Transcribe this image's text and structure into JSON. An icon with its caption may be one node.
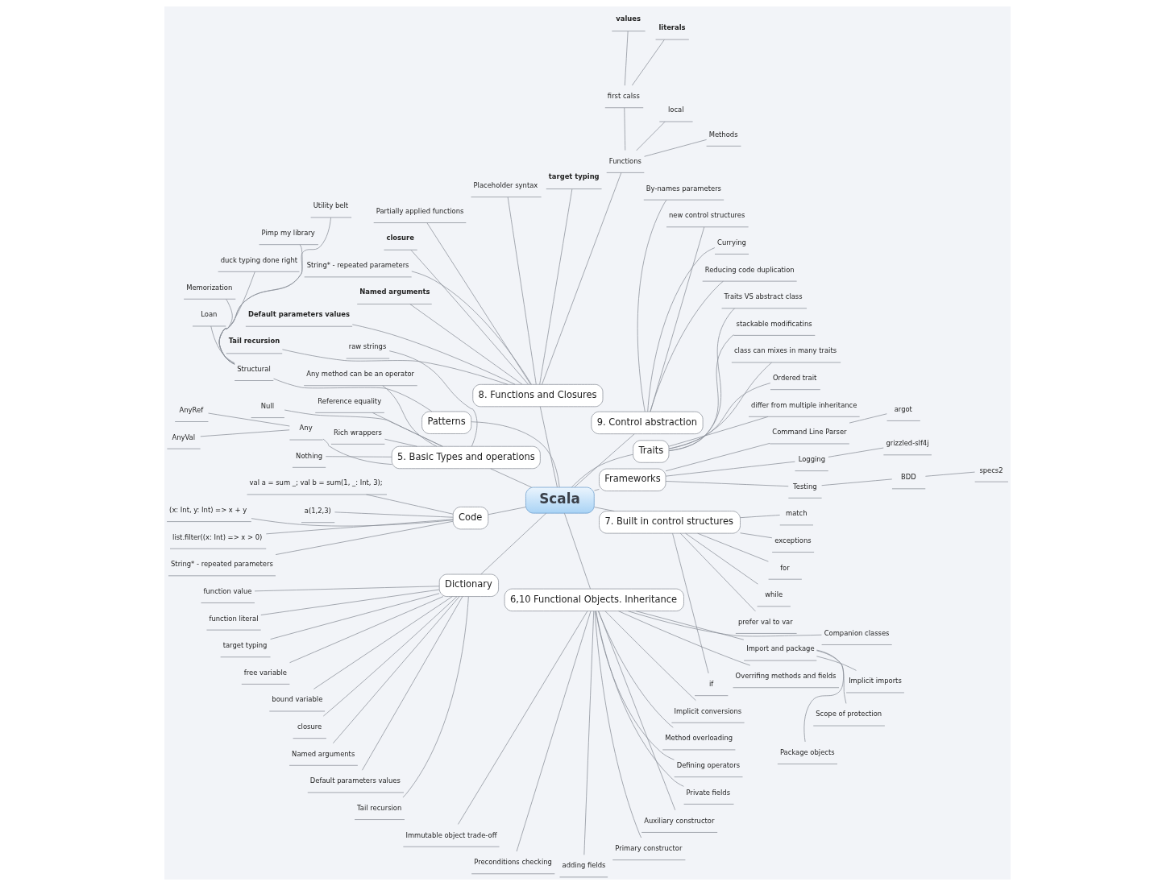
{
  "diagram": {
    "nodes": [
      {
        "text": [
          "Scala"
        ]
      },
      {
        "text": [
          "Frameworks"
        ]
      },
      {
        "text": [
          "Testing"
        ]
      },
      {
        "text": [
          "BDD"
        ]
      },
      {
        "text": [
          "specs2"
        ]
      },
      {
        "text": [
          "Logging"
        ]
      },
      {
        "text": [
          "grizzled-slf4j"
        ]
      },
      {
        "text": [
          "Command Line Parser"
        ]
      },
      {
        "text": [
          "argot"
        ]
      },
      {
        "text": [
          "Traits"
        ]
      },
      {
        "text": [
          "differ from multiple inheritance"
        ]
      },
      {
        "text": [
          "Ordered trait"
        ]
      },
      {
        "text": [
          "class can mixes in many traits"
        ]
      },
      {
        "text": [
          "stackable modificatins"
        ]
      },
      {
        "text": [
          "Traits VS abstract class"
        ]
      },
      {
        "text": [
          "9. Control abstraction"
        ]
      },
      {
        "text": [
          "Reducing code duplication"
        ]
      },
      {
        "text": [
          "Currying"
        ]
      },
      {
        "text": [
          "new control structures"
        ]
      },
      {
        "text": [
          "By-names parameters"
        ]
      },
      {
        "text": [
          "8. Functions and Closures"
        ]
      },
      {
        "text": [
          "Functions"
        ]
      },
      {
        "text": [
          "Methods"
        ]
      },
      {
        "text": [
          "local"
        ]
      },
      {
        "text": [
          "first calss"
        ]
      },
      {
        "text": [
          "literals"
        ]
      },
      {
        "text": [
          "values"
        ]
      },
      {
        "text": [
          "target typing"
        ]
      },
      {
        "text": [
          "Placeholder syntax"
        ]
      },
      {
        "text": [
          "Partially applied functions"
        ]
      },
      {
        "text": [
          "closure"
        ]
      },
      {
        "text": [
          "String* - repeated parameters"
        ]
      },
      {
        "text": [
          "Named arguments"
        ]
      },
      {
        "text": [
          "Default parameters values"
        ]
      },
      {
        "text": [
          "Tail recursion"
        ]
      },
      {
        "text": [
          "Patterns"
        ]
      },
      {
        "text": [
          "Structural"
        ]
      },
      {
        "text": [
          "Utility belt"
        ]
      },
      {
        "text": [
          "Pimp my library"
        ]
      },
      {
        "text": [
          "duck typing done right"
        ]
      },
      {
        "text": [
          "Memorization"
        ]
      },
      {
        "text": [
          "Loan"
        ]
      },
      {
        "text": [
          "5. Basic Types and operations"
        ]
      },
      {
        "text": [
          "raw strings"
        ]
      },
      {
        "text": [
          "Any method can be an operator"
        ]
      },
      {
        "text": [
          "Reference equality"
        ]
      },
      {
        "text": [
          "Rich wrappers"
        ]
      },
      {
        "text": [
          "Any"
        ]
      },
      {
        "text": [
          "AnyRef"
        ]
      },
      {
        "text": [
          "AnyVal"
        ]
      },
      {
        "text": [
          "Null"
        ]
      },
      {
        "text": [
          "Nothing"
        ]
      },
      {
        "text": [
          "Code"
        ]
      },
      {
        "text": [
          "val a = sum _; val b = sum(1, _: Int, 3);"
        ]
      },
      {
        "text": [
          "a(1,2,3)"
        ]
      },
      {
        "text": [
          "(x: Int, y: Int) => x + y"
        ]
      },
      {
        "text": [
          "list.filter((x: Int) => x > 0)"
        ]
      },
      {
        "text": [
          "String* - repeated parameters"
        ]
      },
      {
        "text": [
          "Dictionary"
        ]
      },
      {
        "text": [
          "function value"
        ]
      },
      {
        "text": [
          "function literal"
        ]
      },
      {
        "text": [
          "target typing"
        ]
      },
      {
        "text": [
          "free variable"
        ]
      },
      {
        "text": [
          "bound variable"
        ]
      },
      {
        "text": [
          "closure"
        ]
      },
      {
        "text": [
          "Named arguments"
        ]
      },
      {
        "text": [
          "Default parameters values"
        ]
      },
      {
        "text": [
          "Tail recursion"
        ]
      },
      {
        "text": [
          "6,10 Functional Objects. Inheritance"
        ]
      },
      {
        "text": [
          "Immutable object trade-off"
        ]
      },
      {
        "text": [
          "Preconditions checking"
        ]
      },
      {
        "text": [
          "adding fields"
        ]
      },
      {
        "text": [
          "Primary constructor"
        ]
      },
      {
        "text": [
          "Auxiliary constructor"
        ]
      },
      {
        "text": [
          "Private fields"
        ]
      },
      {
        "text": [
          "Defining operators"
        ]
      },
      {
        "text": [
          "Method overloading"
        ]
      },
      {
        "text": [
          "Implicit conversions"
        ]
      },
      {
        "text": [
          "Overrifing methods and fields"
        ]
      },
      {
        "text": [
          "Companion classes"
        ]
      },
      {
        "text": [
          "Import and package"
        ]
      },
      {
        "text": [
          "Package objects"
        ]
      },
      {
        "text": [
          "Scope of protection"
        ]
      },
      {
        "text": [
          "Implicit imports"
        ]
      },
      {
        "text": [
          "7. Built in control structures"
        ]
      },
      {
        "text": [
          "if"
        ]
      },
      {
        "text": [
          "prefer val to var"
        ]
      },
      {
        "text": [
          "while"
        ]
      },
      {
        "text": [
          "for"
        ]
      },
      {
        "text": [
          "exceptions"
        ]
      },
      {
        "text": [
          "match"
        ]
      }
    ],
    "edges": [
      {
        "from": 0,
        "to": 1,
        "arrow": "none"
      },
      {
        "from": 1,
        "to": 2,
        "arrow": "none"
      },
      {
        "from": 2,
        "to": 3,
        "arrow": "none"
      },
      {
        "from": 3,
        "to": 4,
        "arrow": "none"
      },
      {
        "from": 1,
        "to": 5,
        "arrow": "none"
      },
      {
        "from": 5,
        "to": 6,
        "arrow": "none"
      },
      {
        "from": 1,
        "to": 7,
        "arrow": "none"
      },
      {
        "from": 7,
        "to": 8,
        "arrow": "none"
      },
      {
        "from": 0,
        "to": 9,
        "arrow": "none"
      },
      {
        "from": 9,
        "to": 10,
        "arrow": "none"
      },
      {
        "from": 9,
        "to": 11,
        "arrow": "none"
      },
      {
        "from": 9,
        "to": 12,
        "arrow": "none"
      },
      {
        "from": 9,
        "to": 13,
        "arrow": "none"
      },
      {
        "from": 9,
        "to": 14,
        "arrow": "none"
      },
      {
        "from": 0,
        "to": 15,
        "arrow": "none"
      },
      {
        "from": 15,
        "to": 16,
        "arrow": "none"
      },
      {
        "from": 15,
        "to": 17,
        "arrow": "none"
      },
      {
        "from": 15,
        "to": 18,
        "arrow": "none"
      },
      {
        "from": 15,
        "to": 19,
        "arrow": "none"
      },
      {
        "from": 0,
        "to": 20,
        "arrow": "none"
      },
      {
        "from": 20,
        "to": 21,
        "arrow": "none"
      },
      {
        "from": 21,
        "to": 22,
        "arrow": "none"
      },
      {
        "from": 21,
        "to": 23,
        "arrow": "none"
      },
      {
        "from": 21,
        "to": 24,
        "arrow": "none"
      },
      {
        "from": 24,
        "to": 25,
        "arrow": "none"
      },
      {
        "from": 24,
        "to": 26,
        "arrow": "none"
      },
      {
        "from": 20,
        "to": 27,
        "arrow": "none"
      },
      {
        "from": 20,
        "to": 28,
        "arrow": "none"
      },
      {
        "from": 20,
        "to": 29,
        "arrow": "none"
      },
      {
        "from": 20,
        "to": 30,
        "arrow": "none"
      },
      {
        "from": 20,
        "to": 31,
        "arrow": "none"
      },
      {
        "from": 20,
        "to": 32,
        "arrow": "none"
      },
      {
        "from": 20,
        "to": 33,
        "arrow": "none"
      },
      {
        "from": 20,
        "to": 34,
        "arrow": "none"
      },
      {
        "from": 0,
        "to": 35,
        "arrow": "none"
      },
      {
        "from": 35,
        "to": 36,
        "arrow": "none"
      },
      {
        "from": 36,
        "to": 37,
        "arrow": "none"
      },
      {
        "from": 36,
        "to": 38,
        "arrow": "none"
      },
      {
        "from": 36,
        "to": 39,
        "arrow": "none"
      },
      {
        "from": 36,
        "to": 40,
        "arrow": "none"
      },
      {
        "from": 36,
        "to": 41,
        "arrow": "none"
      },
      {
        "from": 0,
        "to": 42,
        "arrow": "none"
      },
      {
        "from": 42,
        "to": 43,
        "arrow": "none"
      },
      {
        "from": 42,
        "to": 44,
        "arrow": "none"
      },
      {
        "from": 42,
        "to": 45,
        "arrow": "none"
      },
      {
        "from": 42,
        "to": 46,
        "arrow": "none"
      },
      {
        "from": 42,
        "to": 47,
        "arrow": "none"
      },
      {
        "from": 47,
        "to": 48,
        "arrow": "none"
      },
      {
        "from": 47,
        "to": 49,
        "arrow": "none"
      },
      {
        "from": 42,
        "to": 50,
        "arrow": "none"
      },
      {
        "from": 42,
        "to": 51,
        "arrow": "none"
      },
      {
        "from": 0,
        "to": 52,
        "arrow": "none"
      },
      {
        "from": 52,
        "to": 53,
        "arrow": "none"
      },
      {
        "from": 52,
        "to": 54,
        "arrow": "none"
      },
      {
        "from": 52,
        "to": 55,
        "arrow": "none"
      },
      {
        "from": 52,
        "to": 56,
        "arrow": "none"
      },
      {
        "from": 52,
        "to": 57,
        "arrow": "none"
      },
      {
        "from": 0,
        "to": 58,
        "arrow": "none"
      },
      {
        "from": 58,
        "to": 59,
        "arrow": "none"
      },
      {
        "from": 58,
        "to": 60,
        "arrow": "none"
      },
      {
        "from": 58,
        "to": 61,
        "arrow": "none"
      },
      {
        "from": 58,
        "to": 62,
        "arrow": "none"
      },
      {
        "from": 58,
        "to": 63,
        "arrow": "none"
      },
      {
        "from": 58,
        "to": 64,
        "arrow": "none"
      },
      {
        "from": 58,
        "to": 65,
        "arrow": "none"
      },
      {
        "from": 58,
        "to": 66,
        "arrow": "none"
      },
      {
        "from": 58,
        "to": 67,
        "arrow": "none"
      },
      {
        "from": 0,
        "to": 68,
        "arrow": "none"
      },
      {
        "from": 68,
        "to": 69,
        "arrow": "none"
      },
      {
        "from": 68,
        "to": 70,
        "arrow": "none"
      },
      {
        "from": 68,
        "to": 71,
        "arrow": "none"
      },
      {
        "from": 68,
        "to": 72,
        "arrow": "none"
      },
      {
        "from": 68,
        "to": 73,
        "arrow": "none"
      },
      {
        "from": 68,
        "to": 74,
        "arrow": "none"
      },
      {
        "from": 68,
        "to": 75,
        "arrow": "none"
      },
      {
        "from": 68,
        "to": 76,
        "arrow": "none"
      },
      {
        "from": 68,
        "to": 77,
        "arrow": "none"
      },
      {
        "from": 68,
        "to": 78,
        "arrow": "none"
      },
      {
        "from": 68,
        "to": 79,
        "arrow": "none"
      },
      {
        "from": 68,
        "to": 80,
        "arrow": "none"
      },
      {
        "from": 80,
        "to": 81,
        "arrow": "none"
      },
      {
        "from": 80,
        "to": 82,
        "arrow": "none"
      },
      {
        "from": 80,
        "to": 83,
        "arrow": "none"
      },
      {
        "from": 0,
        "to": 84,
        "arrow": "none"
      },
      {
        "from": 84,
        "to": 85,
        "arrow": "none"
      },
      {
        "from": 84,
        "to": 86,
        "arrow": "none"
      },
      {
        "from": 84,
        "to": 87,
        "arrow": "none"
      },
      {
        "from": 84,
        "to": 88,
        "arrow": "none"
      },
      {
        "from": 84,
        "to": 89,
        "arrow": "none"
      },
      {
        "from": 84,
        "to": 90,
        "arrow": "none"
      }
    ]
  }
}
